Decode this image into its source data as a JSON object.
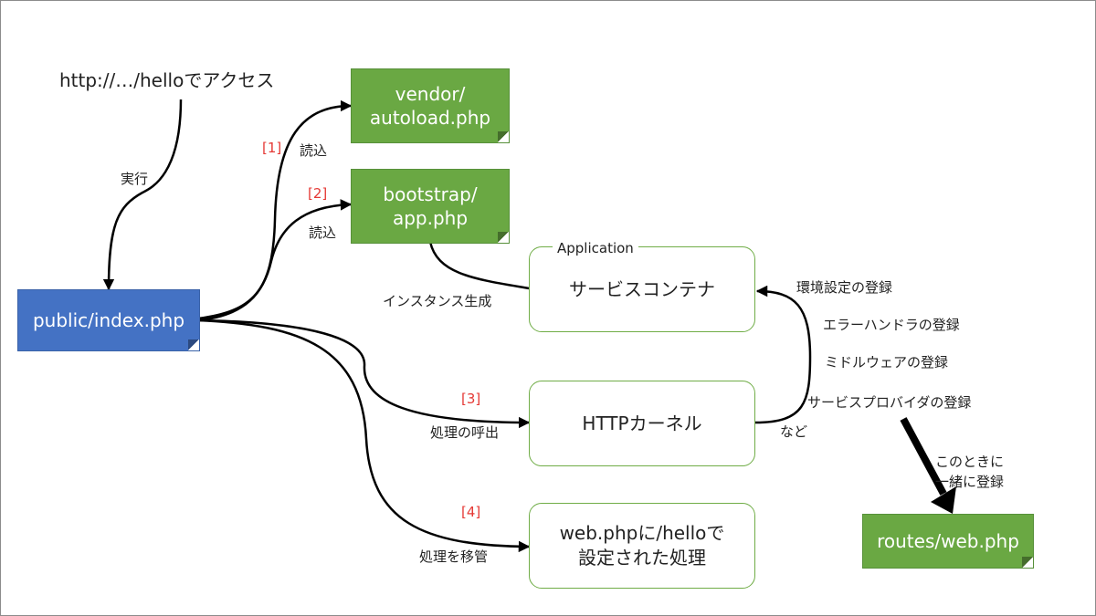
{
  "top_text": "http://…/helloでアクセス",
  "exec_label": "実行",
  "nodes": {
    "index": "public/index.php",
    "vendor": [
      "vendor/",
      "autoload.php"
    ],
    "bootstrap": [
      "bootstrap/",
      "app.php"
    ],
    "routes": "routes/web.php"
  },
  "boxes": {
    "app_tag": "Application",
    "service_container": "サービスコンテナ",
    "http_kernel": "HTTPカーネル",
    "web_handler": [
      "web.phpに/helloで",
      "設定された処理"
    ]
  },
  "edges": {
    "step1": "[1]",
    "read1": "読込",
    "step2": "[2]",
    "read2": "読込",
    "instance": "インスタンス生成",
    "step3": "[3]",
    "call": "処理の呼出",
    "step4": "[4]",
    "delegate": "処理を移管"
  },
  "registrations": [
    "環境設定の登録",
    "エラーハンドラの登録",
    "ミドルウェアの登録",
    "サービスプロバイダの登録"
  ],
  "etc_label": "など",
  "together_note": [
    "このときに",
    "一緒に登録"
  ],
  "colors": {
    "green_note": "#6aa843",
    "blue_note": "#4472c4",
    "box_border": "#70ad47",
    "step_label": "#e53935",
    "arrow": "#000000"
  }
}
